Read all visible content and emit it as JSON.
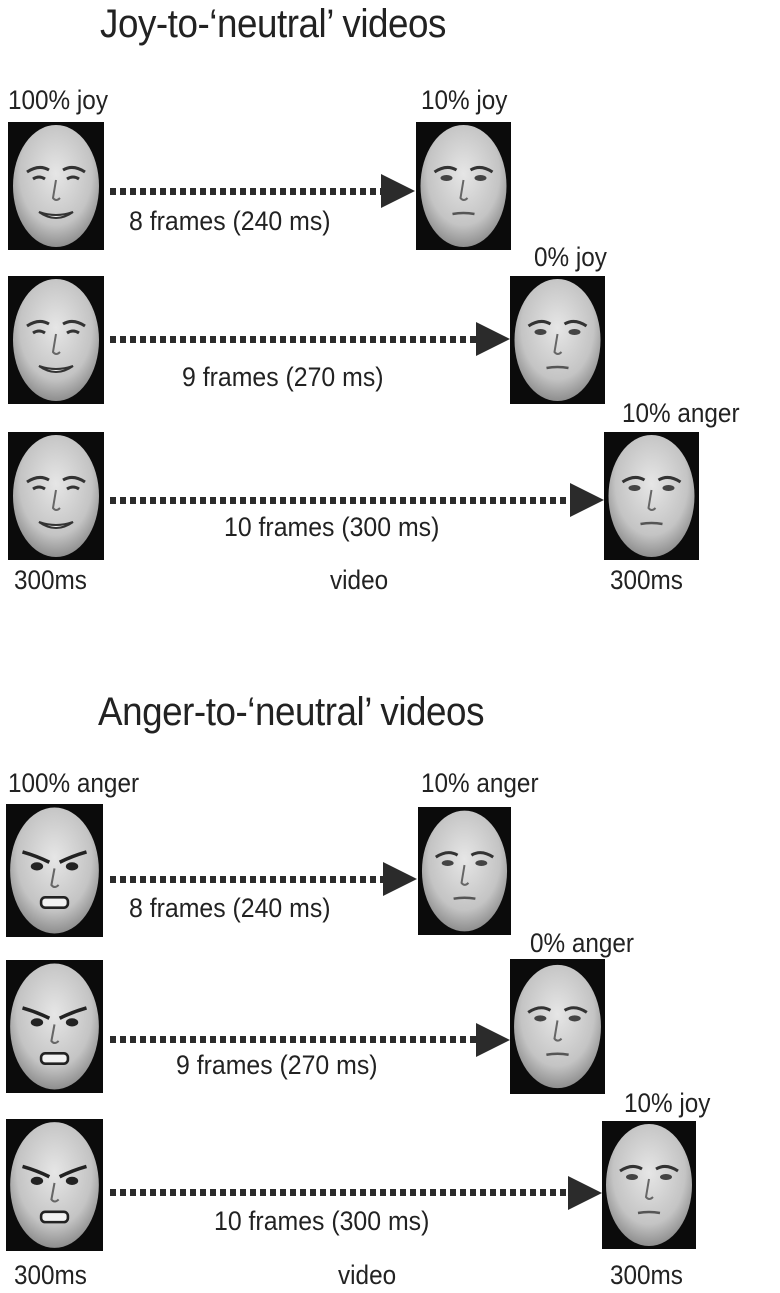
{
  "panels": [
    {
      "title": "Joy-to-‘neutral’ videos",
      "start_label": "100% joy",
      "start_expression": "joy",
      "rows": [
        {
          "frames_label": "8 frames (240 ms)",
          "end_label": "10% joy"
        },
        {
          "frames_label": "9 frames (270 ms)",
          "end_label": "0% joy"
        },
        {
          "frames_label": "10 frames (300 ms)",
          "end_label": "10% anger"
        }
      ],
      "footer": {
        "left": "300ms",
        "middle": "video",
        "right": "300ms"
      }
    },
    {
      "title": "Anger-to-‘neutral’ videos",
      "start_label": "100% anger",
      "start_expression": "anger",
      "rows": [
        {
          "frames_label": "8 frames (240 ms)",
          "end_label": "10% anger"
        },
        {
          "frames_label": "9 frames (270 ms)",
          "end_label": "0% anger"
        },
        {
          "frames_label": "10 frames (300 ms)",
          "end_label": "10% joy"
        }
      ],
      "footer": {
        "left": "300ms",
        "middle": "video",
        "right": "300ms"
      }
    }
  ],
  "icons": {
    "face_photo": "face-photo",
    "arrow": "dotted-arrow-right"
  },
  "colors": {
    "text": "#222222",
    "arrow": "#2b2b2b",
    "photo_background": "#0b0b0b"
  }
}
